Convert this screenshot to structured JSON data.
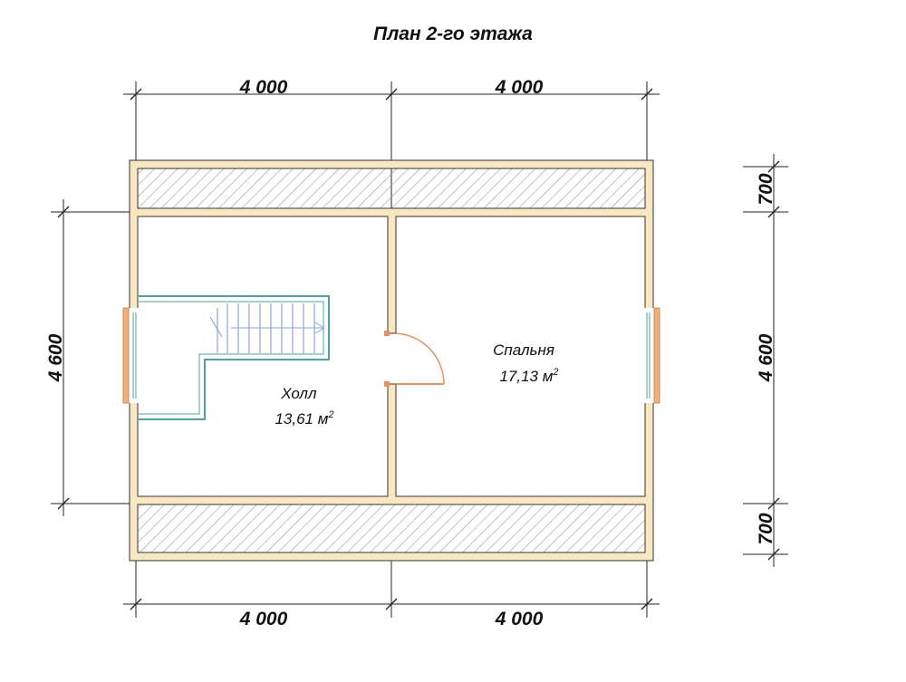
{
  "title": "План 2-го этажа",
  "dimensions": {
    "top": [
      "4 000",
      "4 000"
    ],
    "bottom": [
      "4 000",
      "4 000"
    ],
    "left": "4 600",
    "right": [
      "700",
      "4 600",
      "700"
    ]
  },
  "rooms": [
    {
      "name": "Холл",
      "area": "13,61 м",
      "area_sup": "2"
    },
    {
      "name": "Спальня",
      "area": "17,13 м",
      "area_sup": "2"
    }
  ],
  "colors": {
    "wall": "#f9e7c1",
    "wall_stroke": "#333333",
    "stair": "#4aa3a1",
    "window": "#f1b07a",
    "door": "#ee8f5a",
    "hatch": "#9a9a9a"
  }
}
